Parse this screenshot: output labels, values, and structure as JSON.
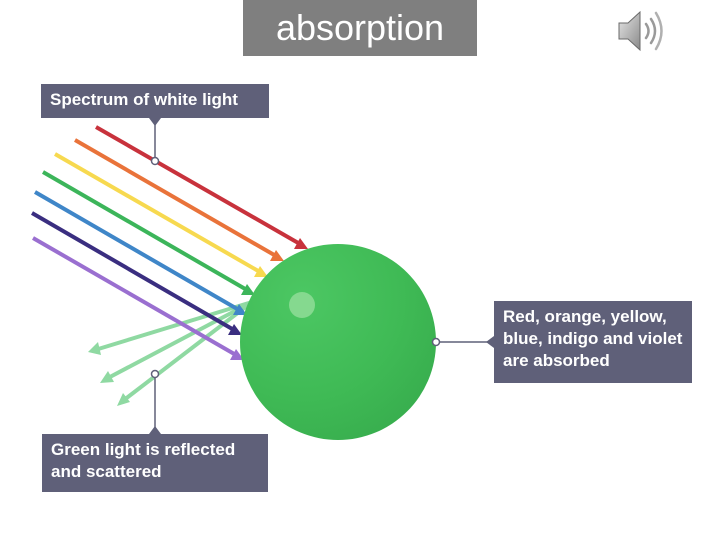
{
  "slide": {
    "title": "absorption"
  },
  "icons": {
    "speaker": "speaker-icon"
  },
  "diagram": {
    "labels": {
      "spectrum": "Spectrum of white light",
      "reflected": "Green light is reflected and scattered",
      "absorbed": "Red, orange, yellow, blue, indigo and violet are absorbed"
    },
    "colors": {
      "red": "#c8323c",
      "orange": "#e9733a",
      "yellow": "#f7d94f",
      "green": "#3cb55a",
      "blue": "#3f86c8",
      "indigo": "#3a2e80",
      "violet": "#9a6fd0",
      "reflected_green": "#8fd9a2",
      "ball": "#3fba55",
      "label_bg": "#5f6079"
    }
  }
}
